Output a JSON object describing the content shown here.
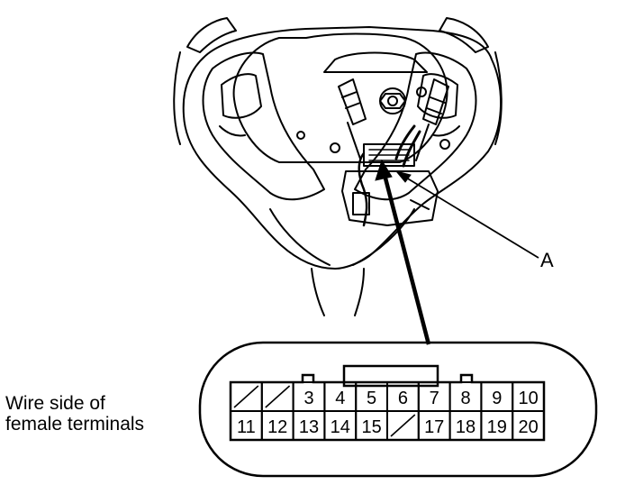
{
  "callout_label": "A",
  "caption": {
    "line1": "Wire side of",
    "line2": "female terminals"
  },
  "connector": {
    "row1": [
      "",
      "",
      "3",
      "4",
      "5",
      "6",
      "7",
      "8",
      "9",
      "10"
    ],
    "row2": [
      "11",
      "12",
      "13",
      "14",
      "15",
      "",
      "17",
      "18",
      "19",
      "20"
    ],
    "empty_terminals": [
      1,
      2,
      16
    ]
  },
  "colors": {
    "line": "#000000",
    "background": "#ffffff"
  }
}
